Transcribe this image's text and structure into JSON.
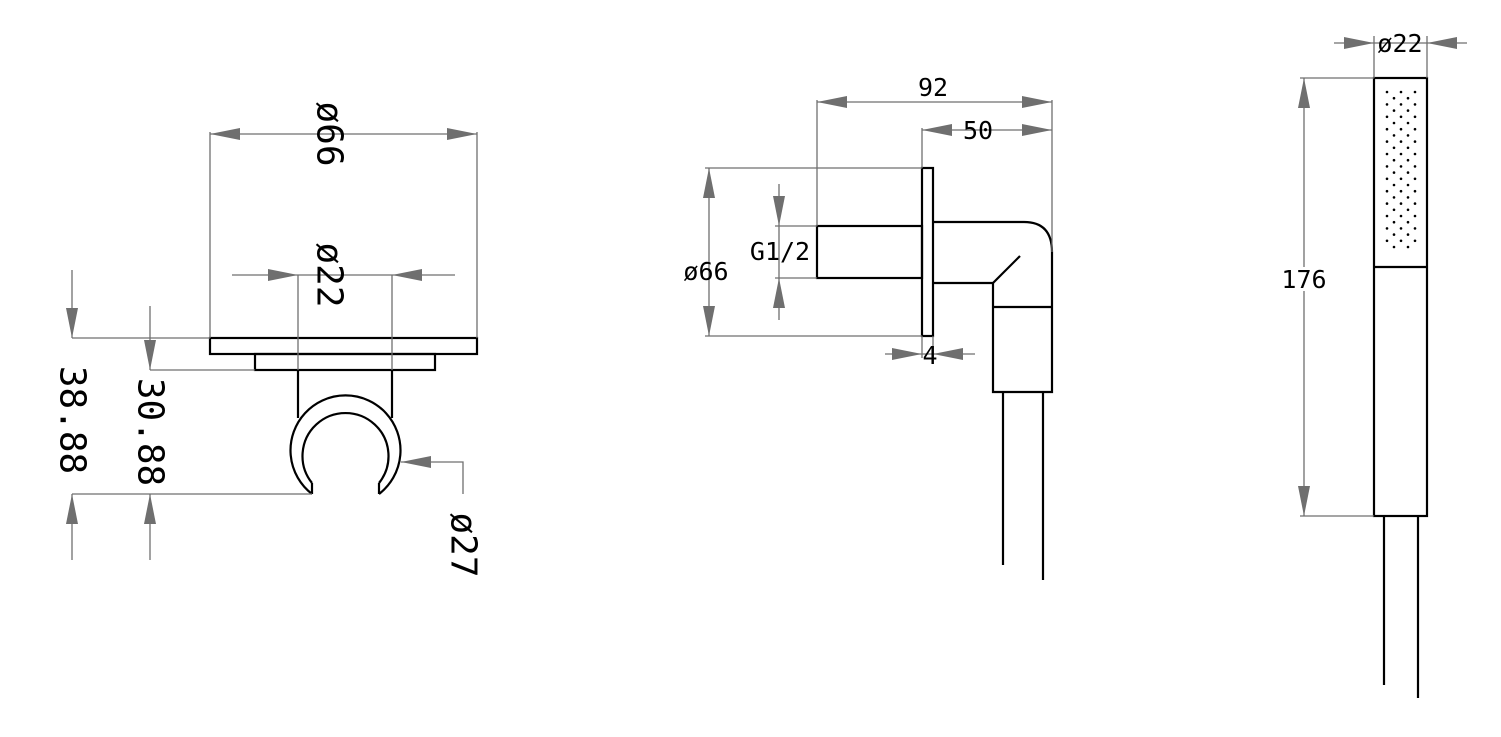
{
  "holder_view": {
    "dims": {
      "plate_diameter": "ø66",
      "boss_diameter": "ø22",
      "total_height": "38.88",
      "clip_height": "30.88",
      "clip_diameter": "ø27"
    }
  },
  "elbow_view": {
    "dims": {
      "overall_length": "92",
      "body_length": "50",
      "flange_diameter": "ø66",
      "thread": "G1/2",
      "flange_thickness": "4"
    }
  },
  "handshower_view": {
    "dims": {
      "head_diameter": "ø22",
      "length": "176"
    }
  },
  "colors": {
    "object_line": "#000000",
    "dimension_line": "#6f6f6f",
    "background": "#ffffff"
  }
}
